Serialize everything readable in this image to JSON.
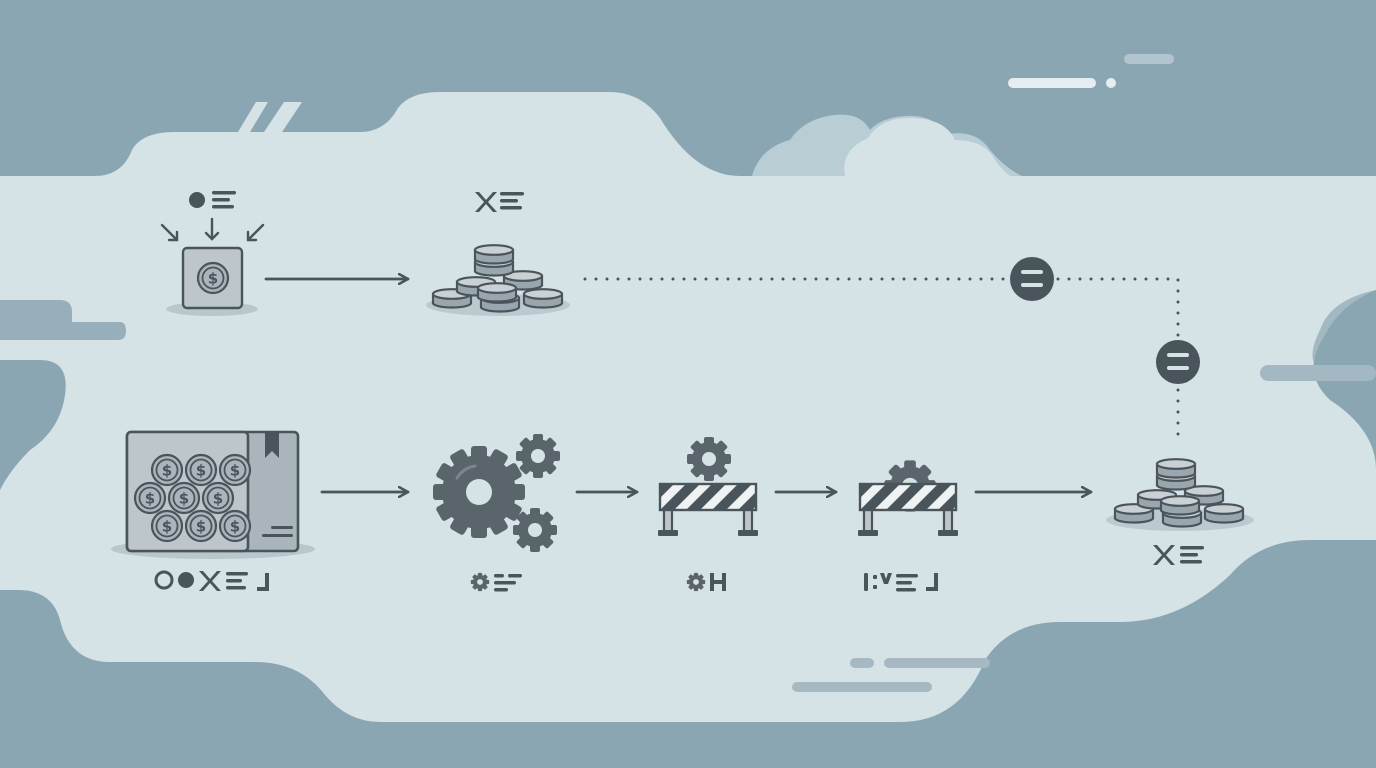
{
  "colors": {
    "background": "#8ba6b3",
    "panel": "#d5e2e6",
    "panel_shadow": "#b9cdd5",
    "ink": "#4a545b",
    "fill_light": "#bcc6cb",
    "fill_mid": "#9aa6ad",
    "hazard_light": "#eef2f3"
  },
  "nodes": [
    {
      "id": "savings",
      "icon": "piggy-bank-icon"
    },
    {
      "id": "coins-top",
      "icon": "coin-stack-icon"
    },
    {
      "id": "cash-box",
      "icon": "coin-box-icon"
    },
    {
      "id": "processing",
      "icon": "gears-icon"
    },
    {
      "id": "barrier-1",
      "icon": "barrier-icon"
    },
    {
      "id": "barrier-2",
      "icon": "barrier-icon"
    },
    {
      "id": "coins-result",
      "icon": "coin-stack-icon"
    }
  ],
  "connectors": [
    {
      "from": "savings",
      "to": "coins-top",
      "style": "arrow"
    },
    {
      "from": "cash-box",
      "to": "processing",
      "style": "arrow"
    },
    {
      "from": "processing",
      "to": "barrier-1",
      "style": "arrow"
    },
    {
      "from": "barrier-1",
      "to": "barrier-2",
      "style": "arrow"
    },
    {
      "from": "barrier-2",
      "to": "coins-result",
      "style": "arrow"
    },
    {
      "from": "coins-top",
      "to": "coins-result",
      "style": "dotted",
      "badge": "equals-icon"
    }
  ]
}
